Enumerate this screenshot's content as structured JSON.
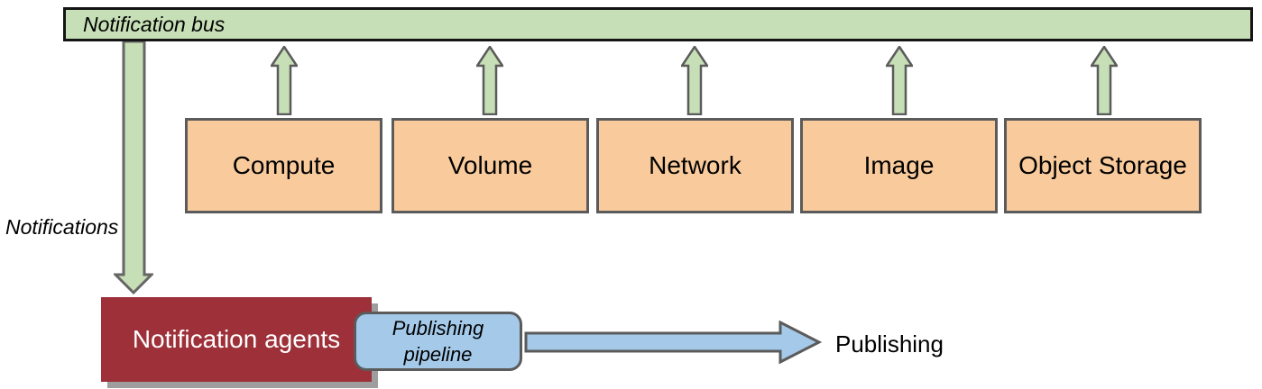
{
  "diagram": {
    "bus_label": "Notification bus",
    "services": [
      "Compute",
      "Volume",
      "Network",
      "Image",
      "Object Storage"
    ],
    "notifications_label": "Notifications",
    "agents_label": "Notification agents",
    "pipeline_label_line1": "Publishing",
    "pipeline_label_line2": "pipeline",
    "publishing_label": "Publishing",
    "colors": {
      "bus_fill": "#c6dfb6",
      "arrow_green_fill": "#c6dfb6",
      "service_fill": "#f9cb9c",
      "agents_fill": "#9d3039",
      "agents_shadow": "#9e9e9e",
      "pipeline_fill": "#a4c9e9",
      "arrow_blue_fill": "#a4c9e9",
      "border_gray": "#5b5b5b",
      "bus_border": "#141414"
    }
  }
}
